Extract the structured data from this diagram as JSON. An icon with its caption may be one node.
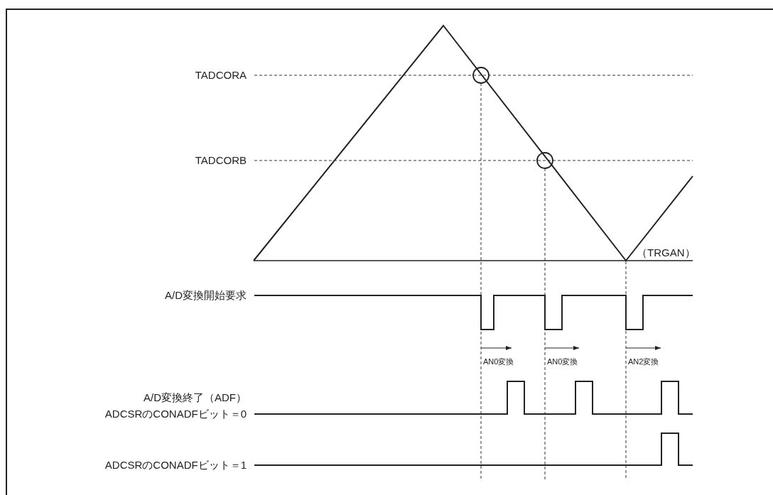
{
  "diagram": {
    "labels": [
      "TADCORA",
      "TADCORB",
      "（TRGAN）",
      "A/D変換開始要求",
      "AN0変換",
      "AN0変換",
      "AN2変換",
      "A/D変換終了（ADF）",
      "ADCSRのCONADFビット＝0",
      "ADCSRのCONADFビット＝1"
    ]
  }
}
